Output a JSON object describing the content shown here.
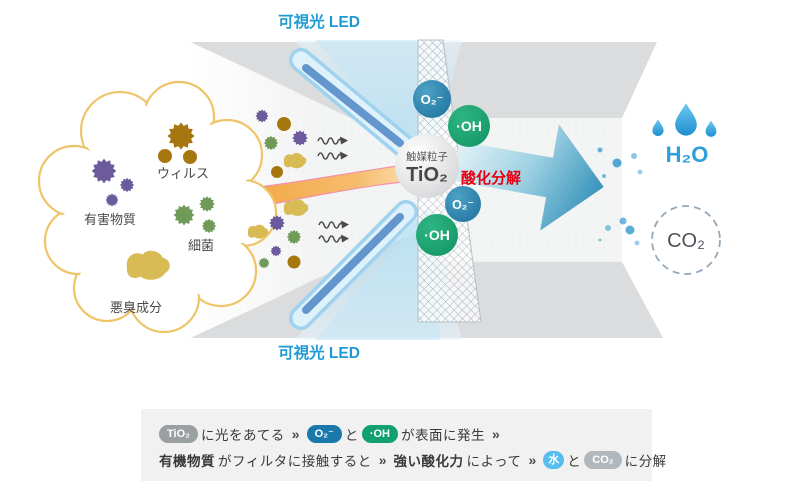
{
  "labels": {
    "led": "可視光 LED",
    "virus": "ウィルス",
    "harmful": "有害物質",
    "bacteria": "細菌",
    "odor": "悪臭成分",
    "catalyst_caption": "触媒粒子",
    "catalyst_formula": "TiO₂",
    "oxidation": "酸化分解",
    "o2": "O₂⁻",
    "oh": "·OH",
    "h2o": "H₂O",
    "co2": "CO₂"
  },
  "legend": {
    "line1": [
      {
        "type": "pill",
        "style": "gray",
        "name": "tio2-chip",
        "text": "TiO₂"
      },
      {
        "type": "text",
        "name": "legend-text",
        "text": "に光をあてる"
      },
      {
        "type": "chevron",
        "name": "chevron-separator",
        "text": "»"
      },
      {
        "type": "pill",
        "style": "blue",
        "name": "o2-chip",
        "text": "O₂⁻"
      },
      {
        "type": "text",
        "name": "legend-text",
        "text": "と"
      },
      {
        "type": "pill",
        "style": "green",
        "name": "oh-chip",
        "text": "·OH"
      },
      {
        "type": "text",
        "name": "legend-text",
        "text": "が表面に発生"
      },
      {
        "type": "chevron",
        "name": "chevron-separator",
        "text": "»"
      }
    ],
    "line2": [
      {
        "type": "bold",
        "name": "legend-text-organic",
        "text": "有機物質"
      },
      {
        "type": "text",
        "name": "legend-text",
        "text": "がフィルタに接触すると"
      },
      {
        "type": "chevron",
        "name": "chevron-separator",
        "text": "»"
      },
      {
        "type": "bold",
        "name": "legend-text-oxidation-power",
        "text": "強い酸化力"
      },
      {
        "type": "text",
        "name": "legend-text",
        "text": "によって"
      },
      {
        "type": "chevron",
        "name": "chevron-separator",
        "text": "»"
      },
      {
        "type": "pill",
        "style": "lightblue",
        "name": "water-chip",
        "text": "水"
      },
      {
        "type": "text",
        "name": "legend-text",
        "text": "と"
      },
      {
        "type": "pill",
        "style": "lightgray",
        "name": "co2-chip",
        "text": "CO₂"
      },
      {
        "type": "text",
        "name": "legend-text",
        "text": "に分解"
      }
    ]
  },
  "colors": {
    "led_label": "#1d9ad6",
    "oxidation_red": "#e60012",
    "o2_circle": "#1f7ca8",
    "oh_circle": "#12a06a",
    "h2o_blue": "#2e9fd8",
    "arrow_blue": "#2a8cb8",
    "cloud_outline": "#efc469"
  },
  "icons": [
    "water-drops-icon",
    "wavy-airflow-icon",
    "big-flow-arrow-icon",
    "mesh-filter-icon",
    "led-beam-icon",
    "virus-particle-icon",
    "harmful-particle-icon",
    "bacteria-particle-icon",
    "odor-particle-icon",
    "co2-dashed-circle-icon"
  ]
}
